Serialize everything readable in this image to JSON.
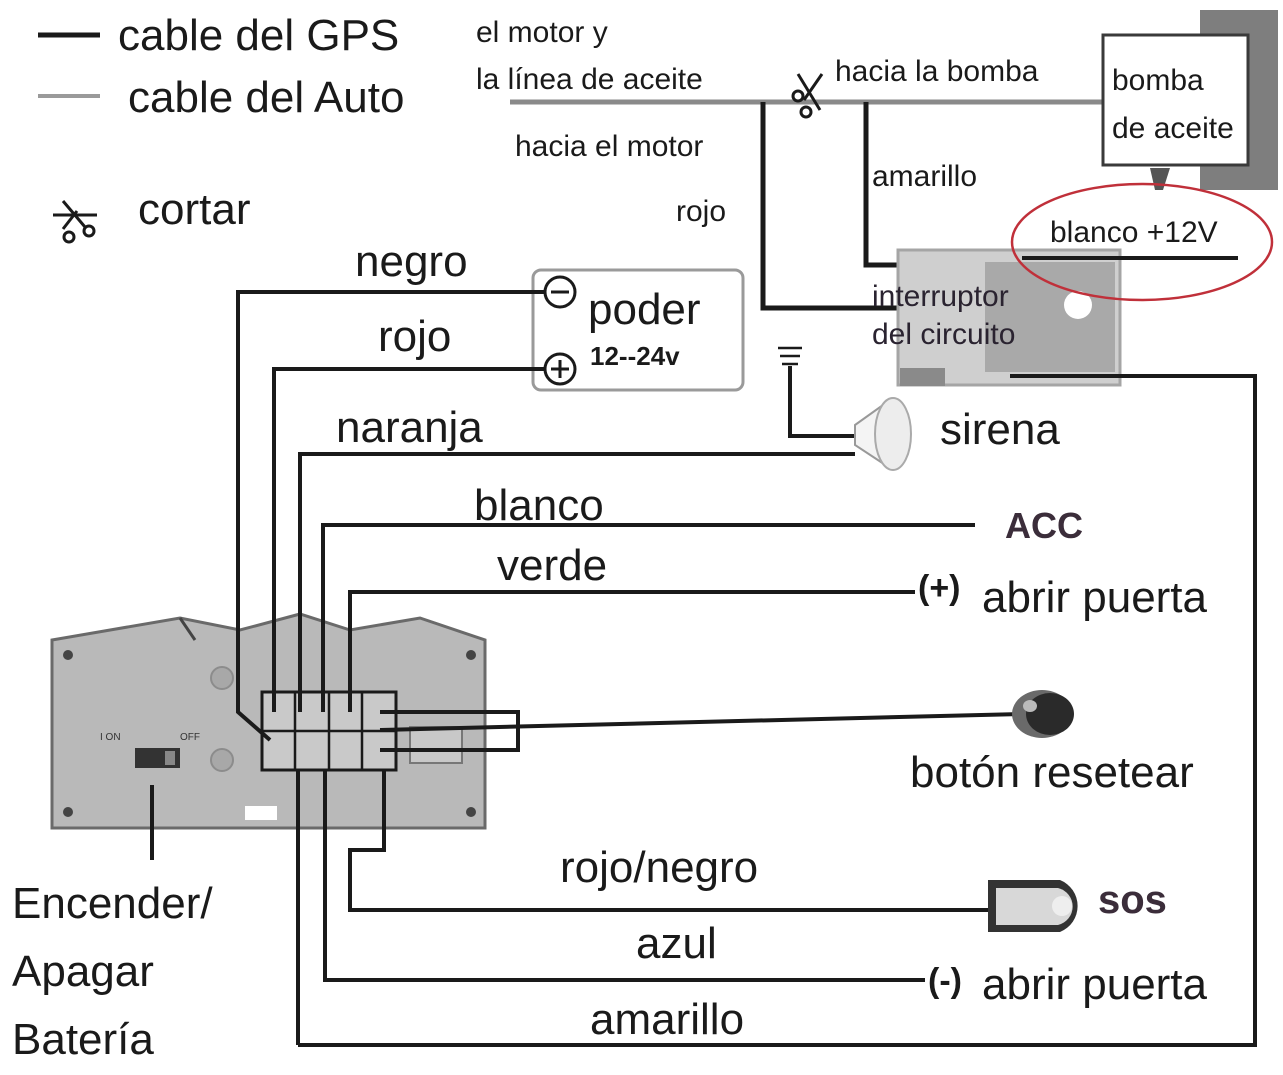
{
  "legend": {
    "gps_cable": "cable del GPS",
    "car_cable": "cable del Auto",
    "cut": "cortar"
  },
  "oil": {
    "motor_line": "el motor y\nla línea de aceite",
    "to_pump": "hacia la bomba",
    "pump": "bomba\nde aceite",
    "to_motor": "hacia el motor",
    "yellow": "amarillo",
    "red": "rojo",
    "white_12v": "blanco +12V",
    "breaker": "interruptor\ndel circuito"
  },
  "power": {
    "title": "poder",
    "range": "12--24v",
    "black": "negro",
    "red": "rojo"
  },
  "siren": {
    "wire": "naranja",
    "label": "sirena"
  },
  "acc": {
    "wire": "blanco",
    "label": "ACC"
  },
  "door_pos": {
    "wire": "verde",
    "sign": "(+)",
    "label": "abrir puerta"
  },
  "reset": {
    "label": "botón resetear"
  },
  "sos": {
    "wire": "rojo/negro",
    "label": "sos"
  },
  "door_neg": {
    "wire": "azul",
    "sign": "(-)",
    "label": "abrir puerta"
  },
  "bottom_wire": "amarillo",
  "device": {
    "switch_on": "I ON",
    "switch_off": "OFF",
    "battery_switch": "Encender/\nApagar\nBatería"
  },
  "colors": {
    "gps_wire": "#1a1a1a",
    "car_wire": "#9a9a9a",
    "device_body": "#b9b9b9",
    "highlight_circle": "#c0303a"
  }
}
